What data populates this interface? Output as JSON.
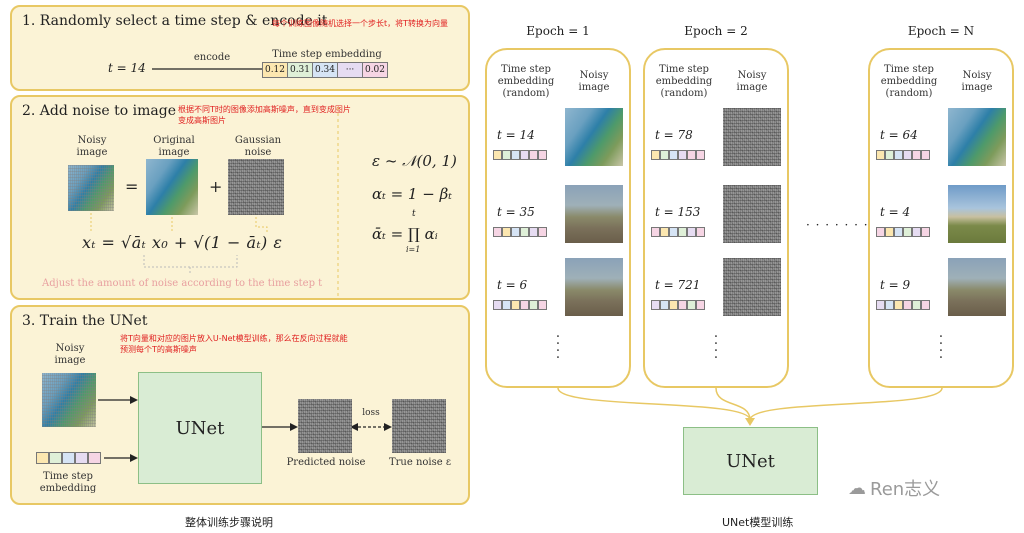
{
  "left": {
    "step1": {
      "title": "1. Randomly select a time step & encode it",
      "note": "每个训练图像随机选择一个步长t，将T转换为向量",
      "t_label": "t = 14",
      "encode_label": "encode",
      "embedding_label": "Time step embedding",
      "embedding_values": [
        "0.12",
        "0.31",
        "0.34",
        "···",
        "0.02"
      ]
    },
    "step2": {
      "title": "2. Add noise to image",
      "note_line1": "根据不同T时的图像添加高斯噪声，直到变成图片",
      "note_line2": "变成高斯图片",
      "noisy_label": "Noisy image",
      "original_label": "Original image",
      "gaussian_label": "Gaussian noise",
      "eq_sign": "=",
      "plus_sign": "+",
      "formula": "xₜ = √āₜ x₀ + √(1 − āₜ) ε",
      "adjust_text": "Adjust the amount of noise according to the time step t",
      "eq1": "ε ~ 𝒩(0, 1)",
      "eq2": "αₜ = 1 − βₜ",
      "eq3": "ᾱₜ = ∏ αᵢ",
      "eq3_top": "t",
      "eq3_bottom": "i=1"
    },
    "step3": {
      "title": "3. Train the UNet",
      "note_line1": "将T向量和对应的图片放入U-Net模型训练，那么在反向过程就能",
      "note_line2": "预测每个T的高斯噪声",
      "noisy_label": "Noisy image",
      "unet_label": "UNet",
      "embedding_label": "Time step embedding",
      "predicted_label": "Predicted noise",
      "true_label": "True noise ε",
      "loss_label": "loss"
    },
    "caption": "整体训练步骤说明"
  },
  "right": {
    "header_embedding": "Time step embedding (random)",
    "header_noisy": "Noisy image",
    "epochs": [
      {
        "title": "Epoch = 1",
        "steps": [
          "t = 14",
          "t = 35",
          "t = 6"
        ]
      },
      {
        "title": "Epoch = 2",
        "steps": [
          "t = 78",
          "t = 153",
          "t = 721"
        ]
      },
      {
        "title": "Epoch = N",
        "steps": [
          "t = 64",
          "t = 4",
          "t = 9"
        ]
      }
    ],
    "ellipsis": "· · · · · · ·",
    "unet_label": "UNet",
    "caption": "UNet模型训练",
    "watermark": "Ren志义"
  },
  "colors": {
    "panel_bg": "#fbf3d6",
    "panel_border": "#e8c864",
    "unet_fill": "#d9ecd4",
    "note_red": "#e02020"
  }
}
